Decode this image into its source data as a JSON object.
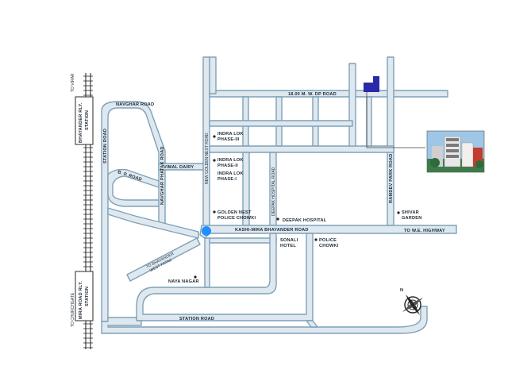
{
  "roads": {
    "top_dp_road": "18.00 M. W. DP ROAD",
    "navghar_road": "NAVGHAR ROAD",
    "station_road_left": "STATION ROAD",
    "navghar_phatak_road": "NAVGHAR PHATAK ROAD",
    "bp_road": "B. P. ROAD",
    "vimal_dairy": "VIMAL DAIRY",
    "new_golden_nest_road": "NEW GOLDEN NEST ROAD",
    "deepak_hospital_road": "DEEPAK HOSPITAL ROAD",
    "kashi_mira_road": "KASHI-MIRA BHAYANDER ROAD",
    "ramdev_park_road": "RAMDEV PARK ROAD",
    "station_road_bottom": "STATION ROAD",
    "to_we_highway": "TO W.E. HIGHWAY",
    "to_bhayander_west": "TO BHAYANDER WEST FATAK"
  },
  "landmarks": {
    "indra_lok_3": "INDRA LOK PHASE-III",
    "indra_lok_2": "INDRA LOK PHASE-II",
    "indra_lok_1": "INDRA LOK PHASE-I",
    "golden_nest_chowki": "GOLDEN NEST POLICE CHOWKI",
    "deepak_hospital": "DEEPAK HOSPITAL",
    "shivar_garden": "SHIVAR GARDEN",
    "sonali_hotel": "SONALI HOTEL",
    "police_chowki": "POLICE CHOWKI",
    "naya_nagar": "NAYA NAGAR"
  },
  "stations": {
    "bhayander": "BHAYANDER RLY. STATION",
    "mira_road": "MIRA ROAD RLY. STATION"
  },
  "directions": {
    "to_virar": "TO VIRAR",
    "to_churchgate": "TO CHURCHGATE"
  },
  "compass": {
    "north": "N"
  },
  "colors": {
    "road_fill": "#dfe8ef",
    "road_edge": "#7fa1b8",
    "marker": "#1e90ff",
    "site": "#2a2aa8"
  }
}
